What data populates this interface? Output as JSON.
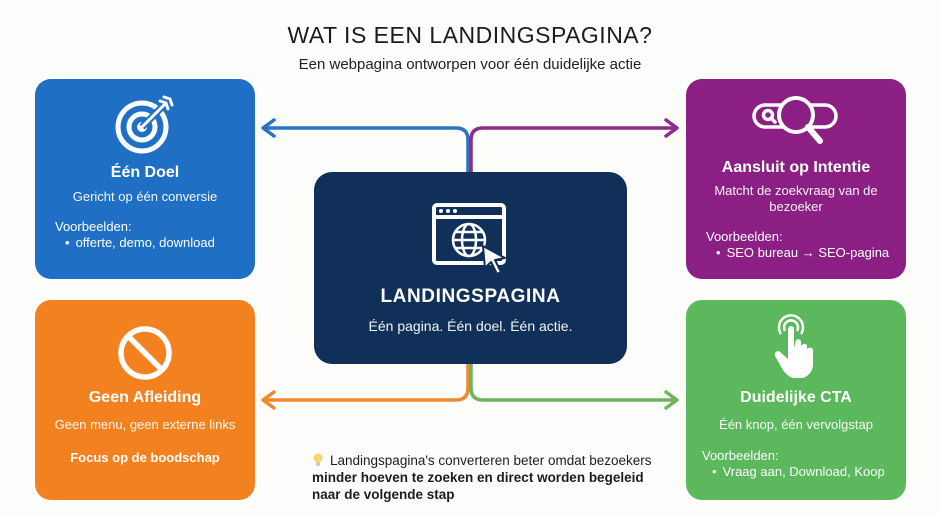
{
  "header": {
    "title": "WAT IS EEN LANDINGSPAGINA?",
    "subtitle": "Een webpagina ontworpen voor één duidelijke actie"
  },
  "center": {
    "icon": "browser-globe-cursor-icon",
    "title": "LANDINGSPAGINA",
    "tagline": "Één pagina. Één doel. Één actie.",
    "color": "#10305a"
  },
  "cards": {
    "doel": {
      "icon": "target-arrow-icon",
      "title": "Één Doel",
      "desc": "Gericht op één conversie",
      "examples_label": "Voorbeelden:",
      "examples": [
        "offerte, demo, download"
      ],
      "color": "#1f6fc5"
    },
    "intentie": {
      "icon": "search-bar-magnifier-icon",
      "title": "Aansluit op Intentie",
      "desc": "Matcht de zoekvraag van de bezoeker",
      "examples_label": "Voorbeelden:",
      "examples": [
        "SEO bureau → SEO-pagina"
      ],
      "color": "#8b1f83"
    },
    "afleiding": {
      "icon": "prohibited-icon",
      "title": "Geen Afleiding",
      "desc": "Geen menu, geen externe links",
      "focus": "Focus op de boodschap",
      "color": "#f4811f"
    },
    "cta": {
      "icon": "tap-hand-icon",
      "title": "Duidelijke CTA",
      "desc": "Één knop, één vervolgstap",
      "examples_label": "Voorbeelden:",
      "examples": [
        "Vraag aan, Download, Koop"
      ],
      "color": "#5cb85c"
    }
  },
  "footnote": {
    "icon": "lightbulb-icon",
    "part1": "Landingspagina's converteren beter omdat bezoekers ",
    "bold": "minder hoeven te zoeken en direct worden begeleid naar de volgende stap"
  }
}
